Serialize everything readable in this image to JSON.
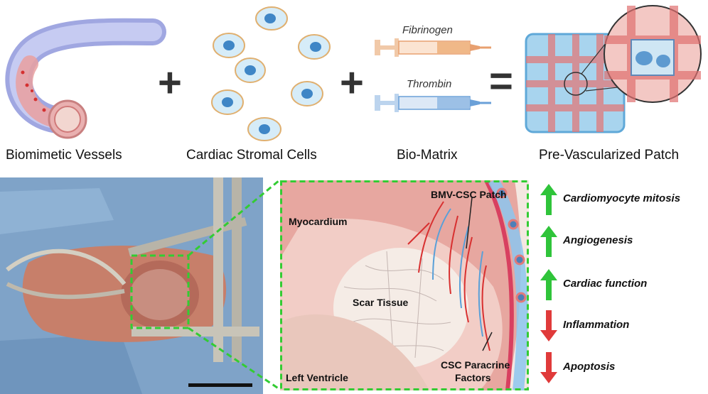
{
  "top_row": {
    "components": [
      {
        "label": "Biomimetic Vessels"
      },
      {
        "label": "Cardiac Stromal Cells"
      },
      {
        "label": "Bio-Matrix"
      },
      {
        "label": "Pre-Vascularized Patch"
      }
    ],
    "operators": [
      "+",
      "+",
      "="
    ],
    "syringes": [
      {
        "label": "Fibrinogen",
        "color": "#e8a070"
      },
      {
        "label": "Thrombin",
        "color": "#6aa0d8"
      }
    ]
  },
  "illustration": {
    "labels": {
      "myocardium": "Myocardium",
      "patch": "BMV-CSC Patch",
      "scar": "Scar Tissue",
      "ventricle": "Left Ventricle",
      "factors_line1": "CSC Paracrine",
      "factors_line2": "Factors"
    },
    "outline_color": "#33cc33"
  },
  "effects": [
    {
      "label": "Cardiomyocyte mitosis",
      "direction": "up",
      "color": "#2fc43a"
    },
    {
      "label": "Angiogenesis",
      "direction": "up",
      "color": "#2fc43a"
    },
    {
      "label": "Cardiac function",
      "direction": "up",
      "color": "#2fc43a"
    },
    {
      "label": "Inflammation",
      "direction": "down",
      "color": "#e03a3a"
    },
    {
      "label": "Apoptosis",
      "direction": "down",
      "color": "#e03a3a"
    }
  ]
}
